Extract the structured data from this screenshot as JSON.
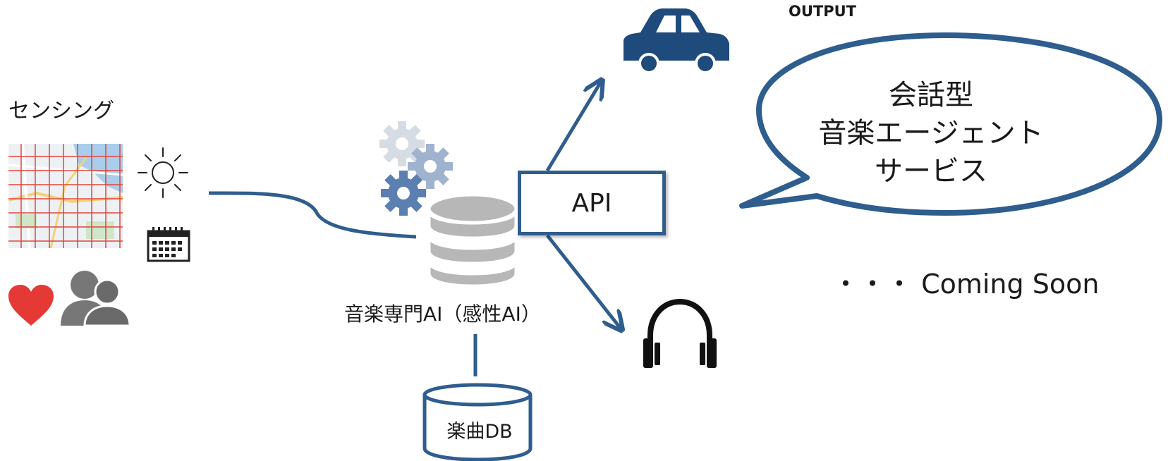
{
  "sensing": {
    "label": "センシング",
    "inputs": [
      "map-icon",
      "sun-icon",
      "calendar-icon",
      "heart-icon",
      "people-icon"
    ]
  },
  "core": {
    "label": "音楽専門AI（感性AI）",
    "icons": [
      "gears-icon",
      "database-icon"
    ]
  },
  "api": {
    "label": "API"
  },
  "database": {
    "label": "楽曲DB"
  },
  "output": {
    "label": "OUTPUT",
    "targets": [
      "car-icon",
      "headphones-icon"
    ],
    "bubble": {
      "line1": "会話型",
      "line2": "音楽エージェント",
      "line3": "サービス"
    },
    "coming_soon": "・・・ Coming Soon"
  },
  "colors": {
    "accent": "#2e5d8e",
    "car": "#1f4a7c",
    "map_grid": "#e0463c",
    "heart": "#e53935",
    "people": "#777777",
    "database": "#b7b7b7",
    "gear_light": "#d6dce4",
    "gear_dark": "#5b7fb0"
  }
}
